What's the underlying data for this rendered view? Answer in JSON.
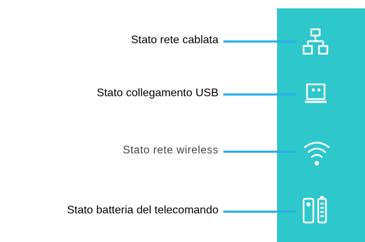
{
  "panel": {
    "color": "#2ec7cb"
  },
  "leader_color": "#29aee6",
  "rows": [
    {
      "label": "Stato rete cablata",
      "icon": "wired-network-icon"
    },
    {
      "label": "Stato collegamento USB",
      "icon": "usb-icon"
    },
    {
      "label": "Stato rete wireless",
      "icon": "wifi-icon"
    },
    {
      "label": "Stato batteria del telecomando",
      "icon": "remote-battery-icon"
    }
  ]
}
